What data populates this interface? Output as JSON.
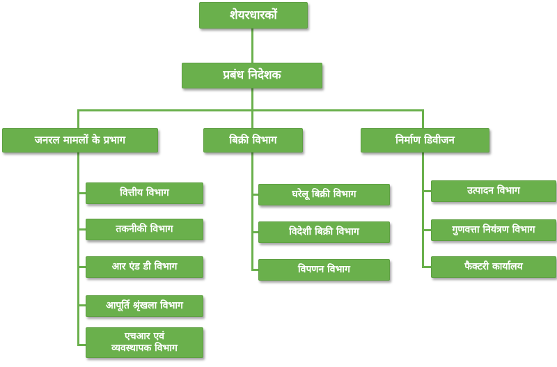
{
  "colors": {
    "node_fill": "#6ab04c",
    "node_text": "#ffffff",
    "connector": "#6ab04c"
  },
  "root": "शेयरधारकों",
  "ceo": "प्रबंध निदेशक",
  "divisions": [
    {
      "title": "जनरल मामलों के प्रभाग",
      "children": [
        "वित्तीय विभाग",
        "तकनीकी विभाग",
        "आर एंड डी विभाग",
        "आपूर्ति श्रृंखला विभाग",
        "एचआर एवं\nव्यवस्थापक विभाग"
      ]
    },
    {
      "title": "बिक्री विभाग",
      "children": [
        "घरेलू बिक्री विभाग",
        "विदेशी बिक्री विभाग",
        "विपणन विभाग"
      ]
    },
    {
      "title": "निर्माण डिवीजन",
      "children": [
        "उत्पादन विभाग",
        "गुणवत्ता नियंत्रण विभाग",
        "फैक्टरी कार्यालय"
      ]
    }
  ]
}
